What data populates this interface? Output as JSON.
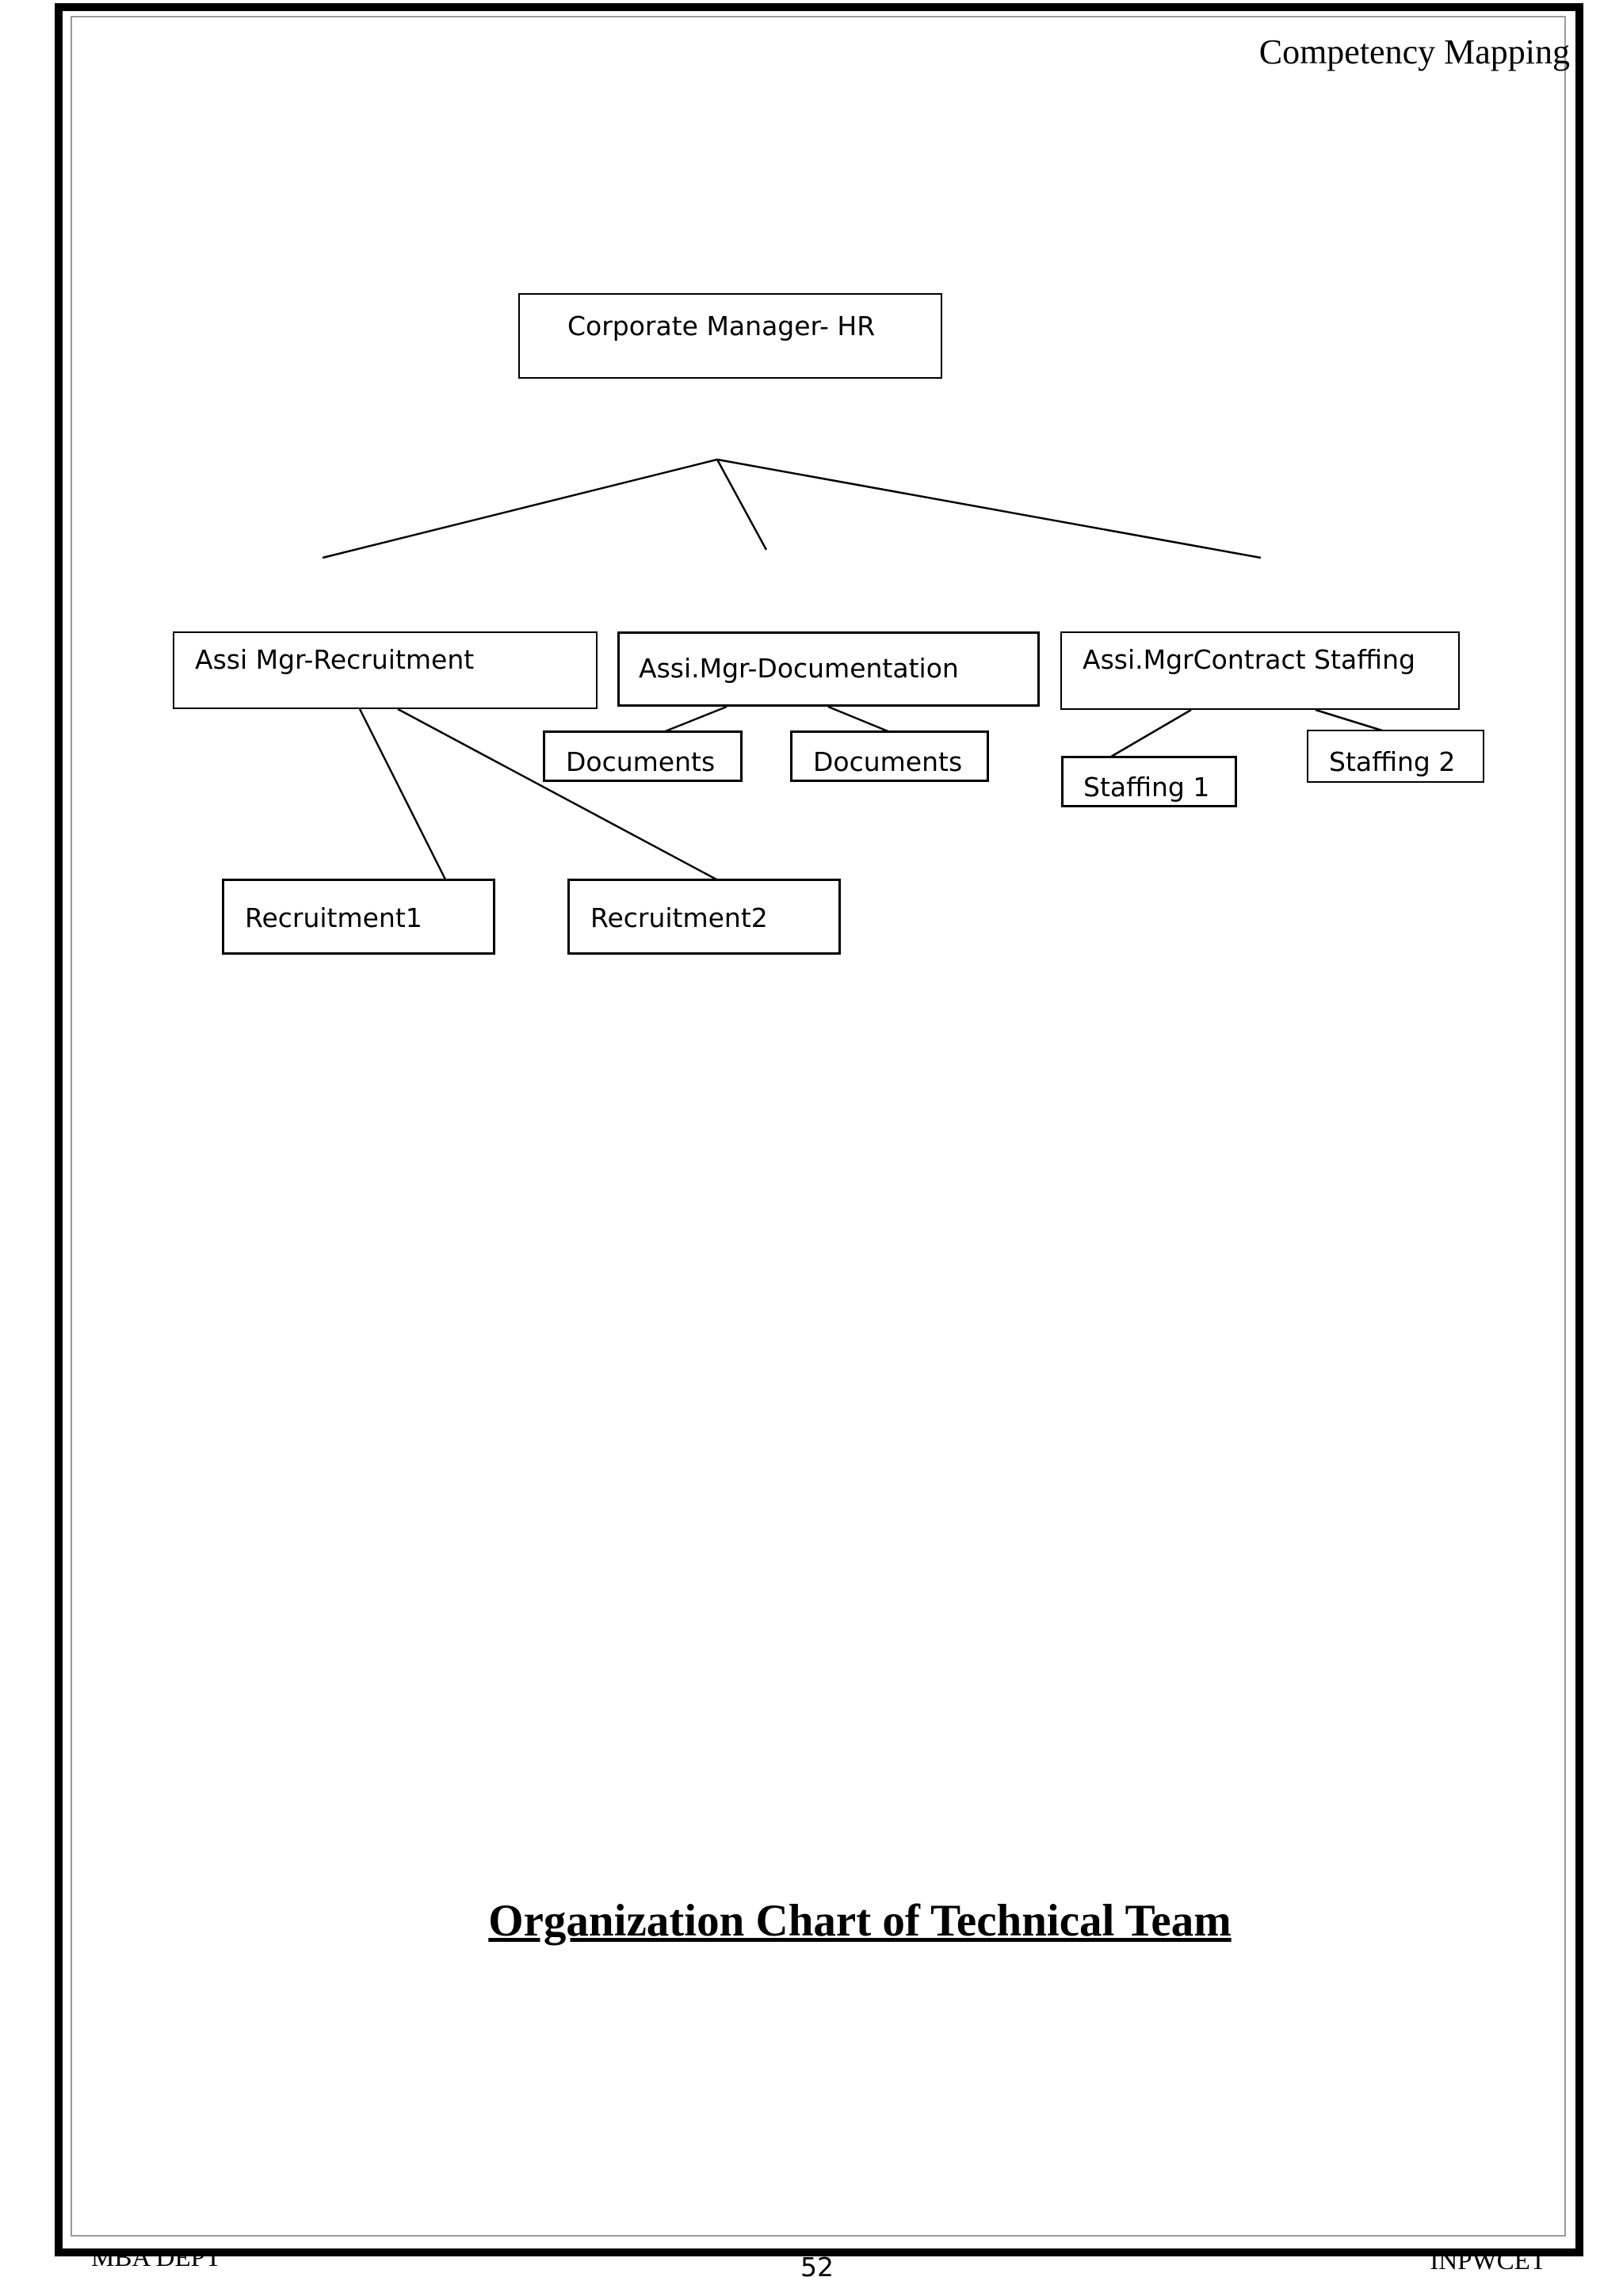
{
  "header": {
    "title": "Competency Mapping"
  },
  "org_chart": {
    "root": "Corporate  Manager- HR",
    "recruitment": {
      "manager": "Assi Mgr-Recruitment",
      "children": [
        "Recruitment1",
        "Recruitment2"
      ]
    },
    "documentation": {
      "manager": "Assi.Mgr-Documentation",
      "children": [
        "Documents",
        "Documents"
      ]
    },
    "staffing": {
      "manager": "Assi.MgrContract Staffing",
      "children": [
        "Staffing 1",
        "Staffing 2"
      ]
    }
  },
  "caption": "Organization Chart of Technical Team",
  "footer": {
    "left": "MBA DEPT",
    "page_number": "52",
    "right": "INPWCET"
  }
}
